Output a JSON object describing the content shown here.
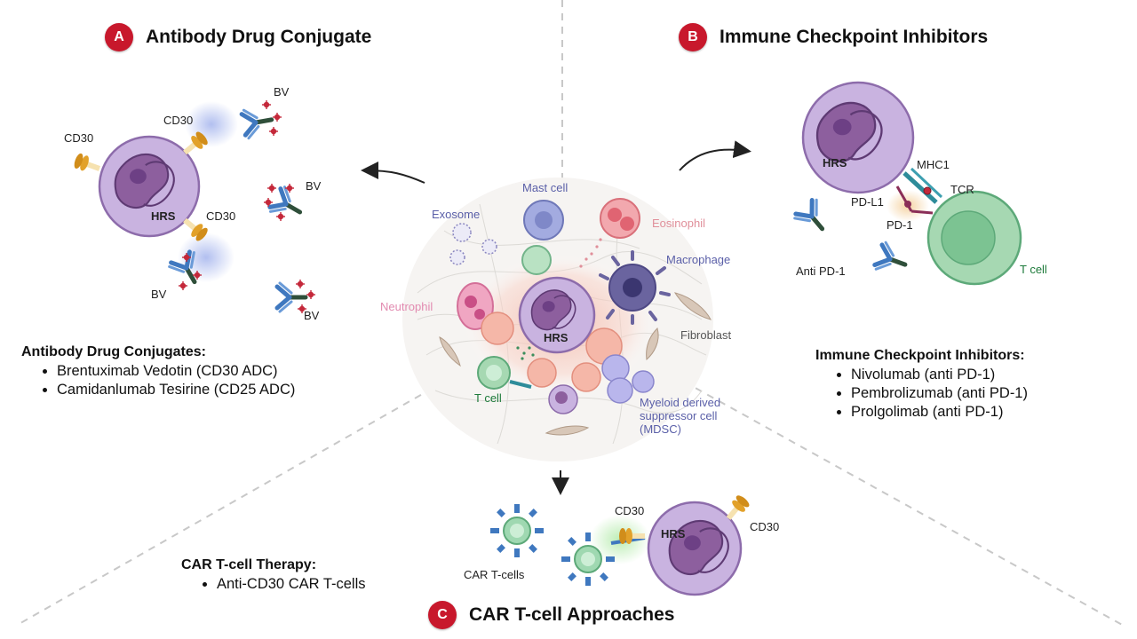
{
  "panel_a": {
    "badge": "A",
    "title": "Antibody Drug Conjugate",
    "labels": {
      "cd30_top": "CD30",
      "cd30_left": "CD30",
      "cd30_right": "CD30",
      "hrs": "HRS",
      "bv_top": "BV",
      "bv_mid": "BV",
      "bv_bottom_left": "BV",
      "bv_bottom_right": "BV"
    },
    "list_heading": "Antibody Drug Conjugates:",
    "items": [
      "Brentuximab Vedotin (CD30 ADC)",
      "Camidanlumab Tesirine (CD25 ADC)"
    ]
  },
  "panel_b": {
    "badge": "B",
    "title": "Immune Checkpoint Inhibitors",
    "labels": {
      "hrs": "HRS",
      "mhc1": "MHC1",
      "tcr": "TCR",
      "pdl1": "PD-L1",
      "pd1": "PD-1",
      "anti_pd1": "Anti PD-1",
      "tcell": "T cell"
    },
    "list_heading": "Immune Checkpoint Inhibitors:",
    "items": [
      "Nivolumab (anti PD-1)",
      "Pembrolizumab (anti PD-1)",
      "Prolgolimab (anti PD-1)"
    ]
  },
  "panel_c": {
    "badge": "C",
    "title": "CAR T-cell Approaches",
    "labels": {
      "car_tcells": "CAR T-cells",
      "cd30_a": "CD30",
      "cd30_b": "CD30",
      "hrs": "HRS"
    },
    "list_heading": "CAR T-cell Therapy:",
    "items": [
      "Anti-CD30 CAR T-cells"
    ]
  },
  "center": {
    "labels": {
      "mast_cell": "Mast cell",
      "exosome": "Exosome",
      "eosinophil": "Eosinophil",
      "macrophage": "Macrophage",
      "neutrophil": "Neutrophil",
      "hrs": "HRS",
      "fibroblast": "Fibroblast",
      "tcell": "T cell",
      "mdsc_1": "Myeloid derived",
      "mdsc_2": "suppressor cell",
      "mdsc_3": "(MDSC)"
    }
  },
  "colors": {
    "badge": "#c8182c",
    "hrs_cell": "#c9b3e0",
    "hrs_nucleus": "#8d5f9e",
    "cd30": "#e2a12a",
    "antibody": "#3f78bf",
    "drug": "#c4283a",
    "tcell": "#a6d8b2",
    "tcell_text": "#1d7a3a",
    "macrophage": "#6a649f"
  }
}
